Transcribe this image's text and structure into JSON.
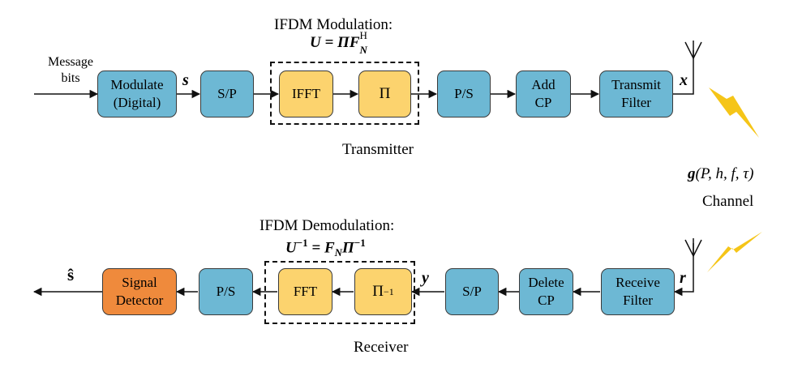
{
  "colors": {
    "blue_block": "#6db8d4",
    "yellow_block": "#fcd36e",
    "orange_block": "#ef8a3c",
    "lightning": "#f5c518"
  },
  "transmitter": {
    "title": "Transmitter",
    "input_label": "Message\nbits",
    "signal_s": "s",
    "signal_x": "x",
    "modulation_title": "IFDM Modulation:",
    "modulation_equation": "U = ΠF",
    "modulation_eq_sub": "N",
    "modulation_eq_sup": "H",
    "blocks": {
      "modulate": "Modulate\n(Digital)",
      "sp": "S/P",
      "ifft": "IFFT",
      "pi": "Π",
      "ps": "P/S",
      "add_cp": "Add\nCP",
      "transmit_filter": "Transmit\nFilter"
    }
  },
  "channel": {
    "function_label": "g",
    "function_args": "(P, h, f, τ)",
    "title": "Channel"
  },
  "receiver": {
    "title": "Receiver",
    "signal_r": "r",
    "signal_y": "y",
    "output_label": "ŝ",
    "demodulation_title": "IFDM Demodulation:",
    "demod_eq_left": "U",
    "demod_eq_left_sup": "−1",
    "demod_eq_mid": " = F",
    "demod_eq_sub": "N",
    "demod_eq_right": "Π",
    "demod_eq_right_sup": "−1",
    "blocks": {
      "receive_filter": "Receive\nFilter",
      "delete_cp": "Delete\nCP",
      "sp": "S/P",
      "pi_inv": "Π",
      "pi_inv_sup": "−1",
      "fft": "FFT",
      "ps": "P/S",
      "signal_detector": "Signal\nDetector"
    }
  }
}
